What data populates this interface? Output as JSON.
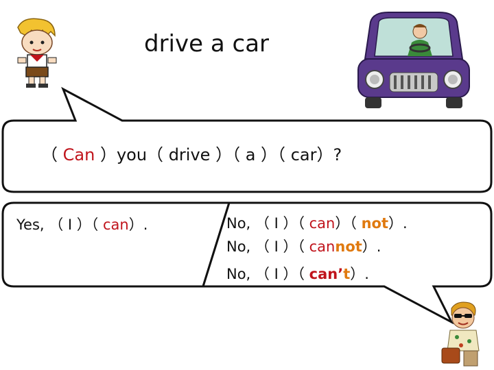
{
  "title": "drive a car",
  "question": {
    "p1": "（ ",
    "can": "Can",
    "p2": " ）you（ ",
    "drive": "drive",
    "p3": " ）（ ",
    "a": "a",
    "p4": " ）（ ",
    "car": "car",
    "p5": "）?"
  },
  "answer_yes": {
    "p1": "Yes, （ I ）（ ",
    "can": "can",
    "p2": "）."
  },
  "answer_no_1": {
    "p1": "No, （ I ）（ ",
    "can": "can",
    "p2": "）（ ",
    "not": "not",
    "p3": "）."
  },
  "answer_no_2": {
    "p1": "No, （ I ）（ ",
    "can": "can",
    "not": "not",
    "p2": "）."
  },
  "answer_no_3": {
    "p1": "No, （ I ）（ ",
    "cant": "can’",
    "t": "t",
    "p2": "）."
  },
  "colors": {
    "accent_red": "#c0141c",
    "accent_orange": "#e07a10",
    "car_body": "#5a3a8c"
  }
}
